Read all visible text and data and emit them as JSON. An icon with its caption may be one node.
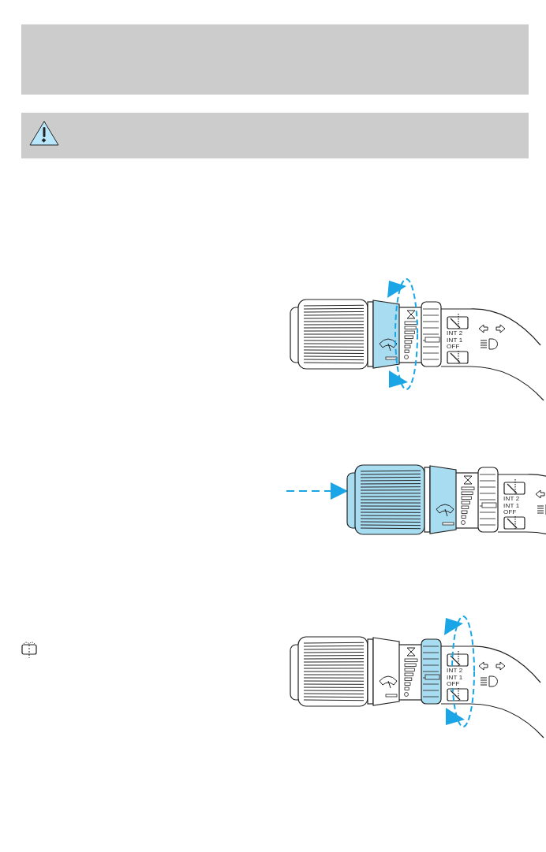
{
  "diagram": {
    "labels": [
      "INT 2",
      "INT 1",
      "OFF",
      "INT 2",
      "INT 1",
      "OFF",
      "INT 2",
      "INT 1",
      "OFF"
    ]
  }
}
